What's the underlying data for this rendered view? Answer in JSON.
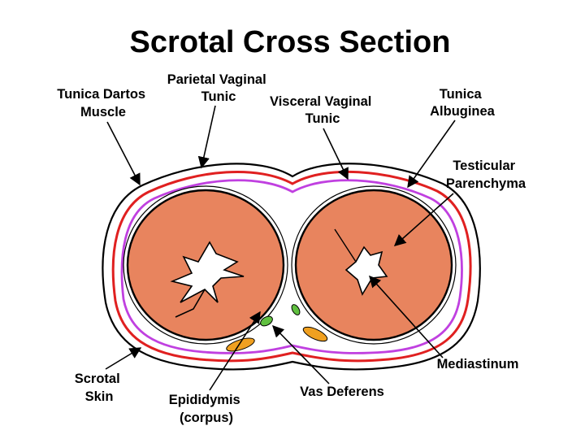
{
  "title": "Scrotal Cross Section",
  "labels": {
    "tunica_dartos": [
      "Tunica Dartos",
      "Muscle"
    ],
    "parietal_vaginal": [
      "Parietal Vaginal",
      "Tunic"
    ],
    "visceral_vaginal": [
      "Visceral Vaginal",
      "Tunic"
    ],
    "tunica_albuginea": [
      "Tunica",
      "Albuginea"
    ],
    "testicular_parenchyma": [
      "Testicular",
      "Parenchyma"
    ],
    "mediastinum": [
      "Mediastinum"
    ],
    "vas_deferens": [
      "Vas Deferens"
    ],
    "epididymis": [
      "Epididymis",
      "(corpus)"
    ],
    "scrotal_skin": [
      "Scrotal",
      "Skin"
    ]
  },
  "colors": {
    "skin_outline": "#000000",
    "dartos_red": "#e02020",
    "vaginal_purple": "#c040e0",
    "parenchyma": "#e8845e",
    "mediastinum": "#ffffff",
    "epididymis": "#f0a020",
    "vas_deferens": "#60c040"
  }
}
